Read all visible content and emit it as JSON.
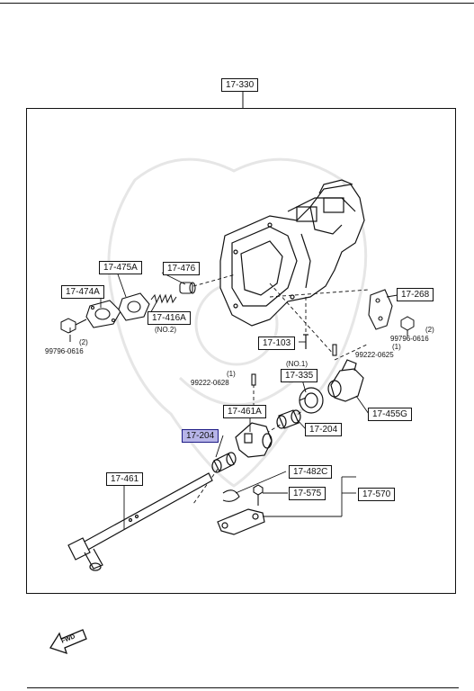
{
  "parts": {
    "p17_330": "17-330",
    "p17_475a": "17-475A",
    "p17_476": "17-476",
    "p17_474a": "17-474A",
    "p17_416a": "17-416A",
    "p17_268": "17-268",
    "p17_103": "17-103",
    "p17_335": "17-335",
    "p17_461a": "17-461A",
    "p17_204_right": "17-204",
    "p17_455g": "17-455G",
    "p17_204_left": "17-204",
    "p17_461": "17-461",
    "p17_482c": "17-482C",
    "p17_575": "17-575",
    "p17_570": "17-570"
  },
  "notes": {
    "no2": "(NO.2)",
    "no1": "(NO.1)",
    "q2_left": "(2)",
    "bolt_left": "99796-0616",
    "q2_right": "(2)",
    "bolt_right": "99796-0616",
    "q1_right": "(1)",
    "pin_right": "99222-0625",
    "q1_left": "(1)",
    "pin_left": "99222-0628"
  },
  "fwd_label": "FWD",
  "highlight_color": "#b7b5e8"
}
